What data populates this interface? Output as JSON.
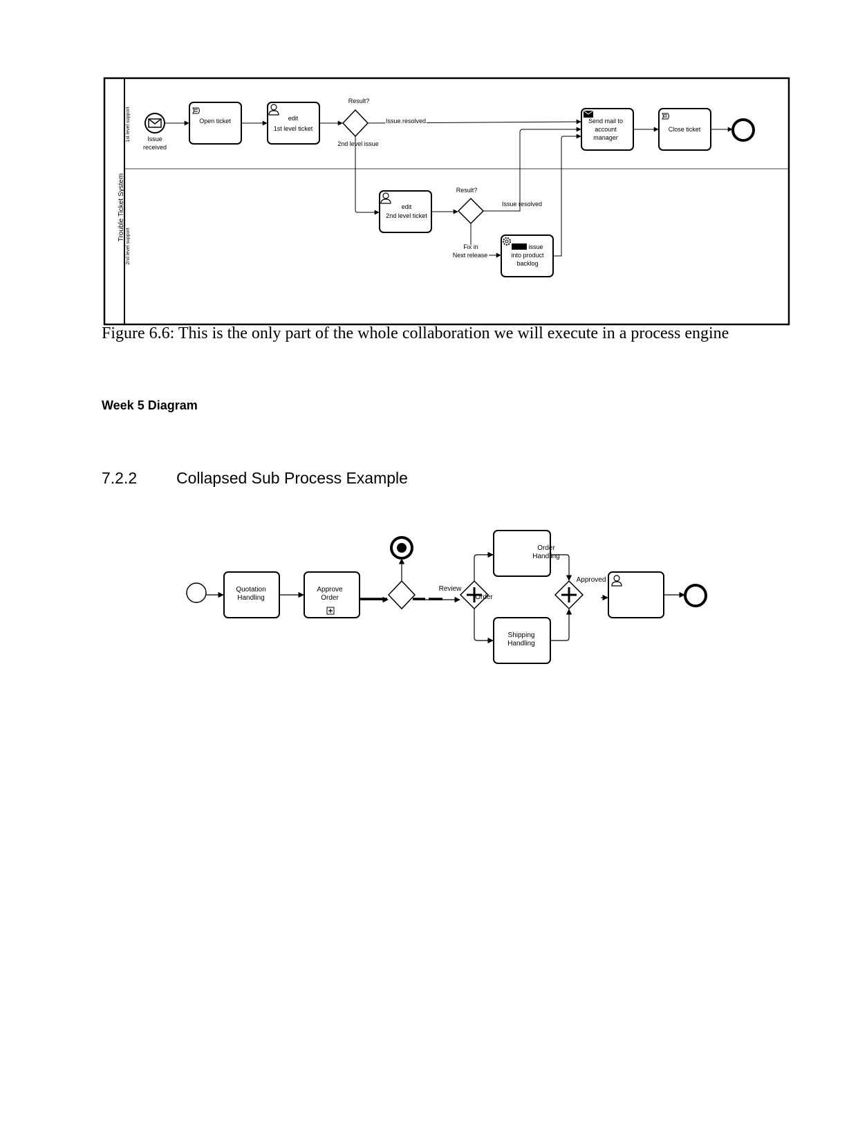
{
  "figure1": {
    "pool_label": "Trouble Ticket System",
    "lane1_label": "1st level support",
    "lane2_label": "2nd level support",
    "start_event_label": [
      "Issue",
      "received"
    ],
    "open_ticket": "Open ticket",
    "edit_1st": [
      "edit",
      "1st level ticket"
    ],
    "gateway1_label": "Result?",
    "issue_resolved_1": "Issue resolved",
    "second_level_issue": "2nd level issue",
    "send_mail": [
      "Send mail to",
      "account",
      "manager"
    ],
    "close_ticket": "Close ticket",
    "edit_2nd": [
      "edit",
      "2nd level ticket"
    ],
    "gateway2_label": "Result?",
    "issue_resolved_2": "Issue resolved",
    "fix_next_release": [
      "Fix in",
      "Next release"
    ],
    "backlog_task": [
      "issue",
      "into product",
      "backlog"
    ]
  },
  "caption": "Figure 6.6: This is the only part of the whole collaboration we will execute in a process engine",
  "week_label": "Week 5 Diagram",
  "section": {
    "number": "7.2.2",
    "title": "Collapsed Sub Process Example"
  },
  "figure2": {
    "quotation": [
      "Quotation",
      "Handling"
    ],
    "approve": [
      "Approve",
      "Order"
    ],
    "review_order": [
      "Review",
      "Order"
    ],
    "order_handling": [
      "Order",
      "Handling"
    ],
    "shipping": [
      "Shipping",
      "Handling"
    ],
    "approved": "Approved"
  }
}
